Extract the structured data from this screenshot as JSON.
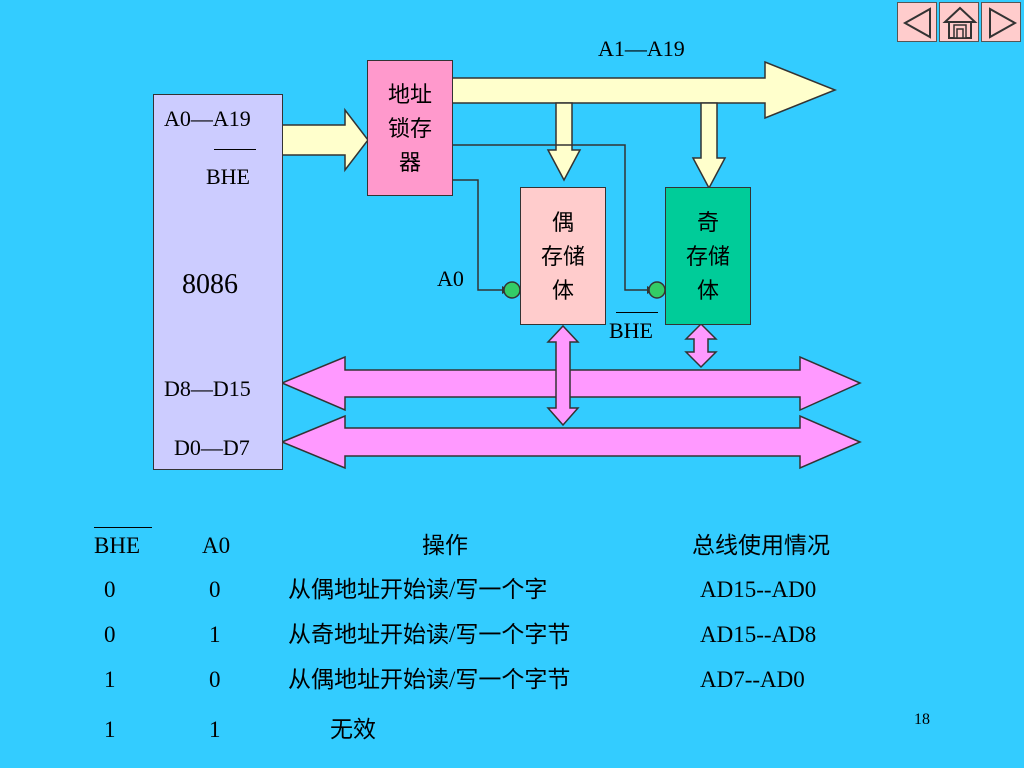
{
  "nav": {
    "prev_icon": "prev-triangle-icon",
    "home_icon": "home-icon",
    "next_icon": "next-triangle-icon"
  },
  "diagram": {
    "cpu_label": "8086",
    "cpu_addr_label": "A0—A19",
    "cpu_bhe_label": "BHE",
    "cpu_data_high": "D8—D15",
    "cpu_data_low": "D0—D7",
    "latch_label": "地址锁存器",
    "latch_lines": [
      "地址",
      "锁存",
      "器"
    ],
    "addr_bus_label": "A1—A19",
    "even_mem_lines": [
      "偶",
      "存储",
      "体"
    ],
    "odd_mem_lines": [
      "奇",
      "存储",
      "体"
    ],
    "a0_label": "A0",
    "bhe_label": "BHE",
    "colors": {
      "background": "#33ccff",
      "cpu_box": "#ccccff",
      "latch_box": "#ff99cc",
      "even_box": "#ffcccc",
      "odd_box": "#00cc99",
      "addr_arrow": "#ffffcc",
      "data_bus": "#ff99ff",
      "enable_circle": "#33cc66"
    }
  },
  "table": {
    "headers": [
      "BHE",
      "A0",
      "操作",
      "总线使用情况"
    ],
    "rows": [
      [
        "0",
        "0",
        "从偶地址开始读/写一个字",
        "AD15--AD0"
      ],
      [
        "0",
        "1",
        "从奇地址开始读/写一个字节",
        "AD15--AD8"
      ],
      [
        "1",
        "0",
        "从偶地址开始读/写一个字节",
        "AD7--AD0"
      ],
      [
        "1",
        "1",
        "无效",
        ""
      ]
    ]
  },
  "page_number": "18"
}
